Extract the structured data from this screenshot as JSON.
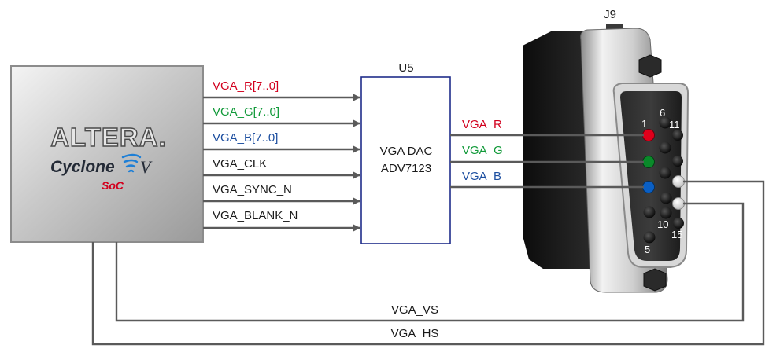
{
  "fpga": {
    "brand": "ALTERA.",
    "family": "Cyclone",
    "version": "V",
    "variant": "SoC"
  },
  "dac": {
    "ref": "U5",
    "line1": "VGA DAC",
    "line2": "ADV7123"
  },
  "connector": {
    "ref": "J9",
    "pins": {
      "p1": "1",
      "p5": "5",
      "p6": "6",
      "p10": "10",
      "p11": "11",
      "p15": "15"
    }
  },
  "signals_in": [
    {
      "label": "VGA_R[7..0]",
      "color": "#d2001e"
    },
    {
      "label": "VGA_G[7..0]",
      "color": "#129a3a"
    },
    {
      "label": "VGA_B[7..0]",
      "color": "#1d4fa0"
    },
    {
      "label": "VGA_CLK",
      "color": "#1a1a1a"
    },
    {
      "label": "VGA_SYNC_N",
      "color": "#1a1a1a"
    },
    {
      "label": "VGA_BLANK_N",
      "color": "#1a1a1a"
    }
  ],
  "signals_out": [
    {
      "label": "VGA_R",
      "color": "#d2001e"
    },
    {
      "label": "VGA_G",
      "color": "#129a3a"
    },
    {
      "label": "VGA_B",
      "color": "#1d4fa0"
    }
  ],
  "sync": {
    "vs": "VGA_VS",
    "hs": "VGA_HS"
  },
  "colors": {
    "wire": "#5a5a5a",
    "box_border": "#1f2d8a",
    "red_pin": "#e0001b",
    "green_pin": "#0a8a2a",
    "blue_pin": "#0a5fc4"
  }
}
